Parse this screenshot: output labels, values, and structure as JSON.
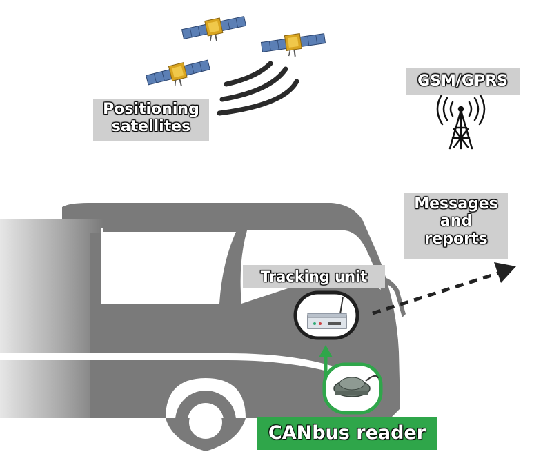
{
  "labels": {
    "satellites_line1": "Positioning",
    "satellites_line2": "satellites",
    "gsm": "GSM/GPRS",
    "messages_line1": "Messages",
    "messages_line2": "and",
    "messages_line3": "reports",
    "tracking_unit": "Tracking unit",
    "canbus_reader": "CANbus reader"
  },
  "colors": {
    "bus_body": "#7a7a7a",
    "label_bg": "#cfcfcf",
    "canbus_green": "#2fa64a",
    "satellite_panel": "#5577aa",
    "satellite_body": "#d4a21a"
  },
  "icons": [
    "satellite-icon",
    "radio-tower-icon",
    "tracking-device-icon",
    "canbus-device-icon",
    "bus-icon"
  ]
}
